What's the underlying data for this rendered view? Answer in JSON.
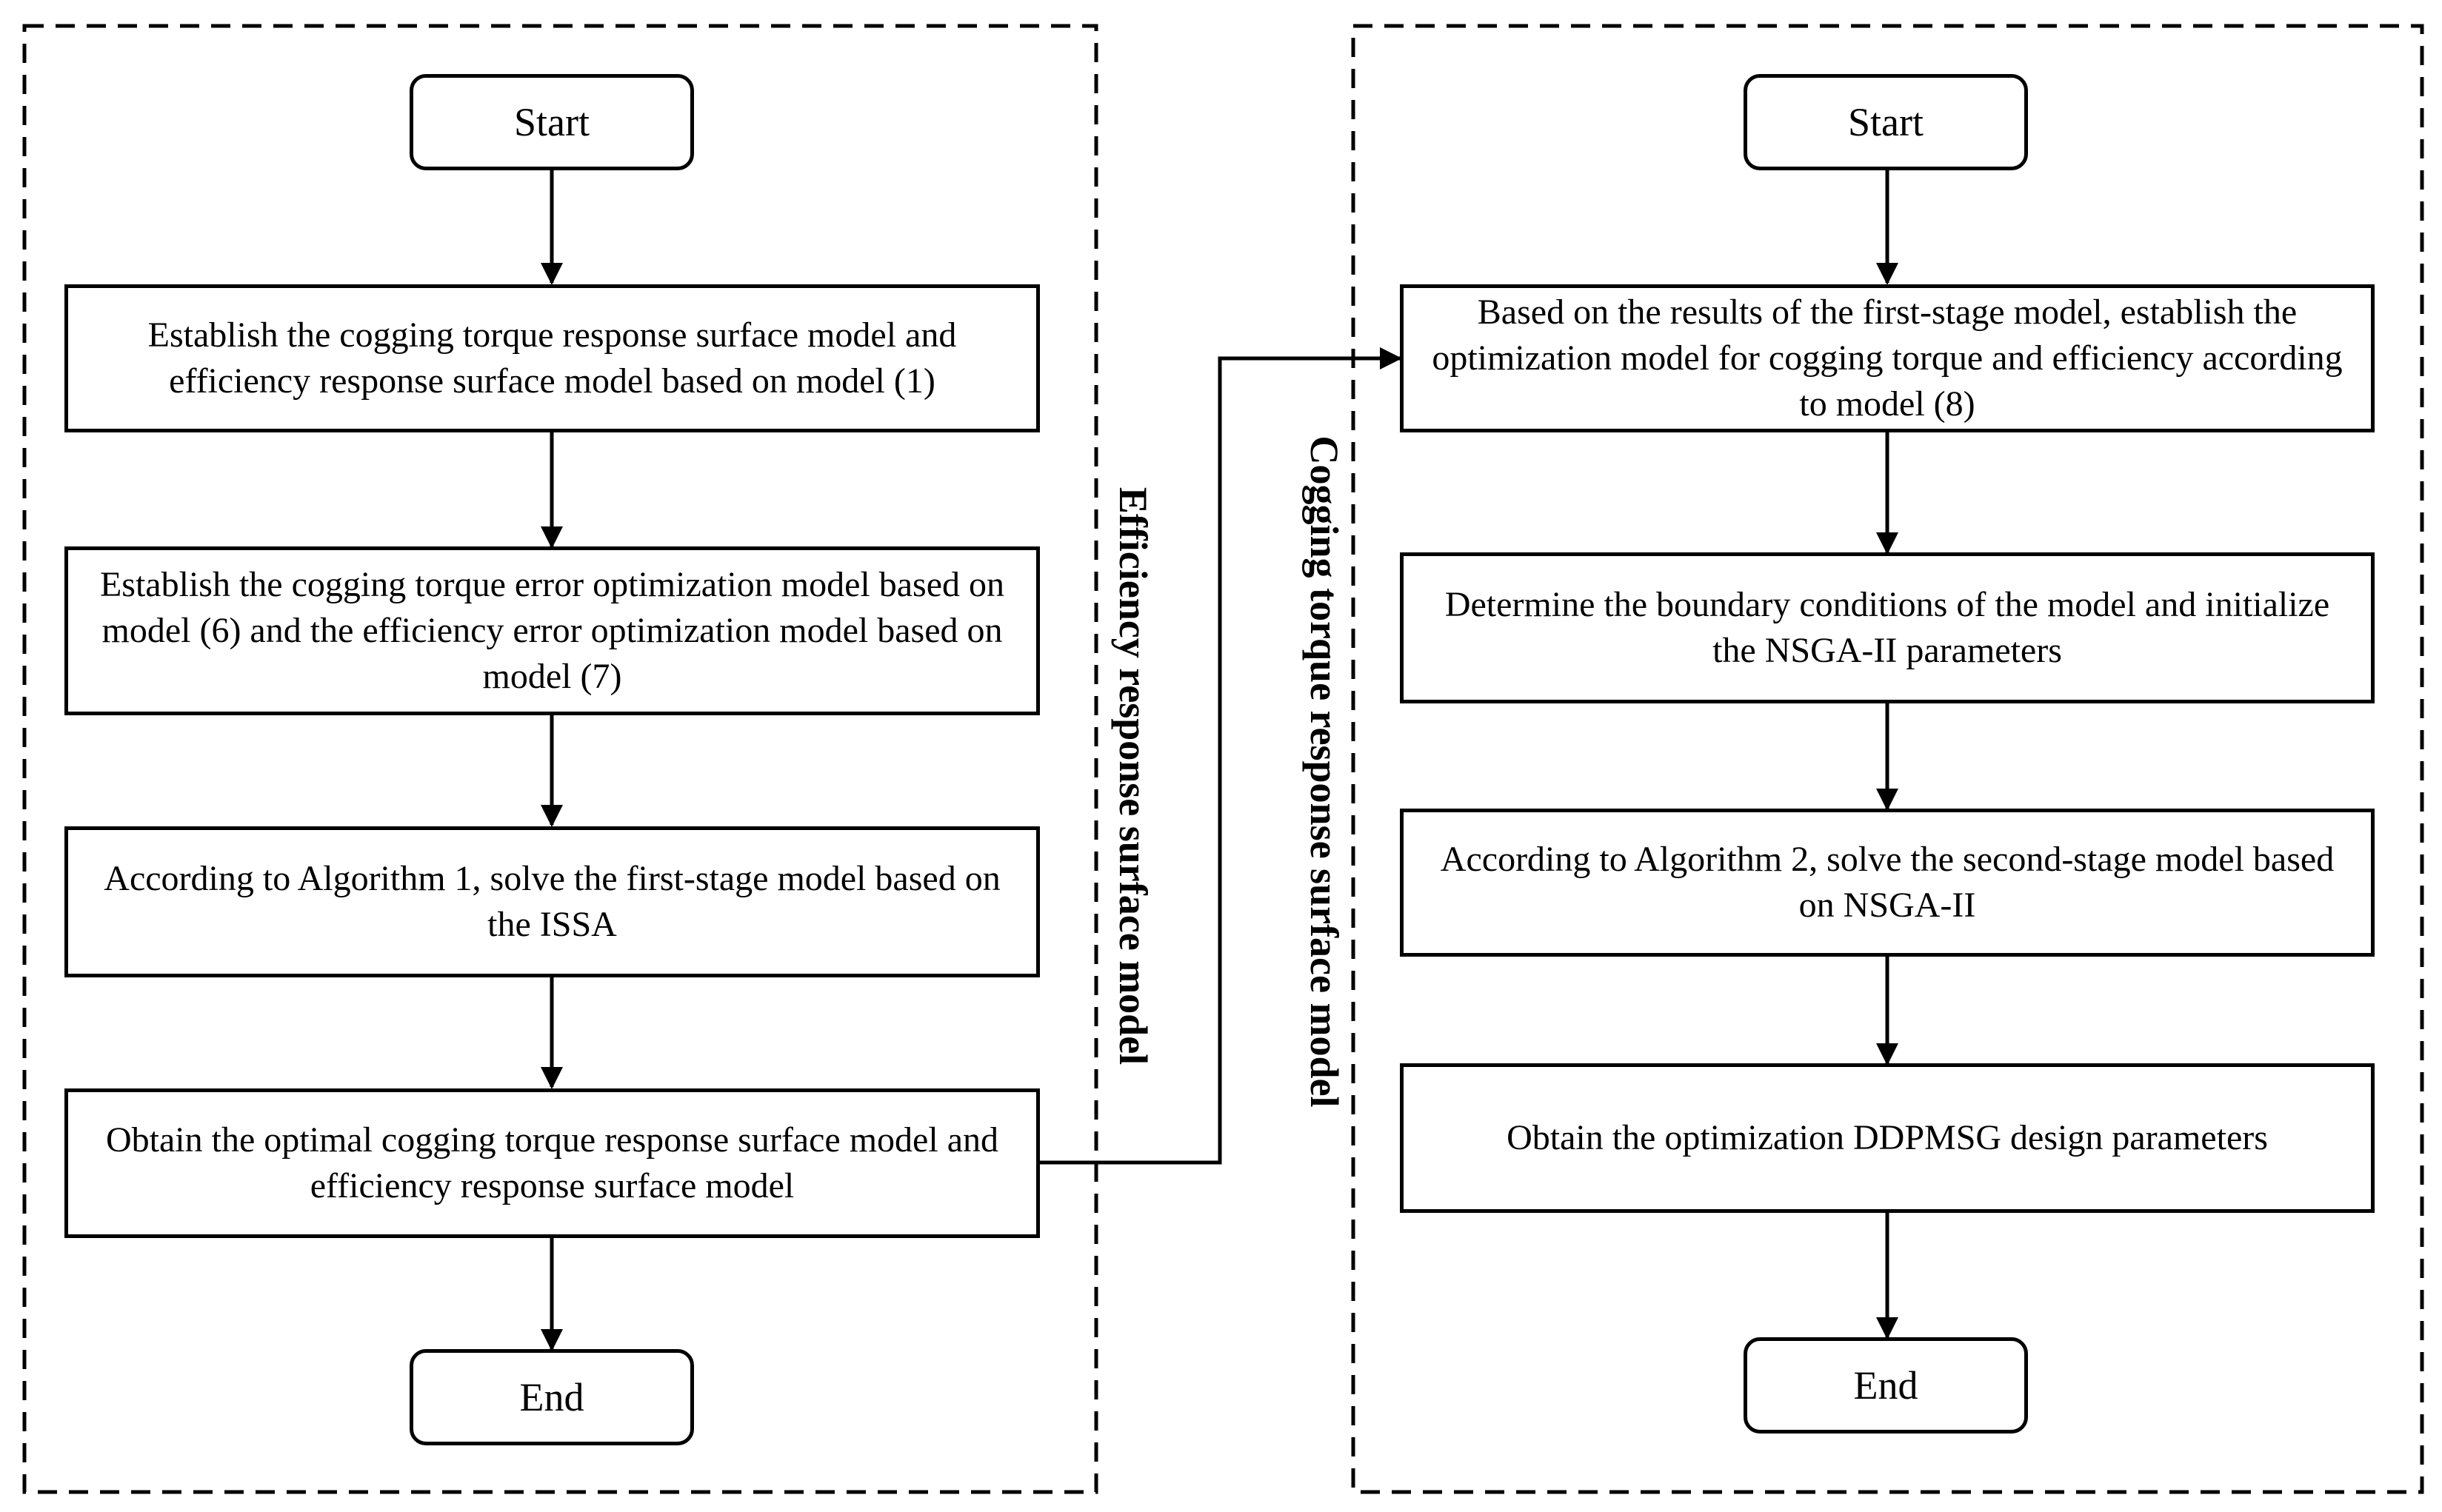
{
  "left_flow": {
    "start": "Start",
    "steps": [
      "Establish the cogging torque response surface model and efficiency response surface model based on model (1)",
      "Establish the cogging torque error optimization model based on model (6) and the efficiency error optimization model based on model (7)",
      "According to Algorithm 1, solve the first-stage model based on the ISSA",
      "Obtain the optimal cogging torque response surface model and efficiency response surface model"
    ],
    "end": "End"
  },
  "right_flow": {
    "start": "Start",
    "steps": [
      "Based on the results of the first-stage model, establish the optimization model for cogging torque and efficiency according to model (8)",
      "Determine the boundary conditions of the model and initialize the NSGA-II parameters",
      "According to Algorithm 2, solve the second-stage model based on NSGA-II",
      "Obtain the optimization DDPMSG design parameters"
    ],
    "end": "End"
  },
  "connector_labels": {
    "efficiency": "Efficiency response surface model",
    "cogging": "Cogging torque response surface model"
  },
  "colors": {
    "line": "#000000",
    "background": "#ffffff"
  }
}
